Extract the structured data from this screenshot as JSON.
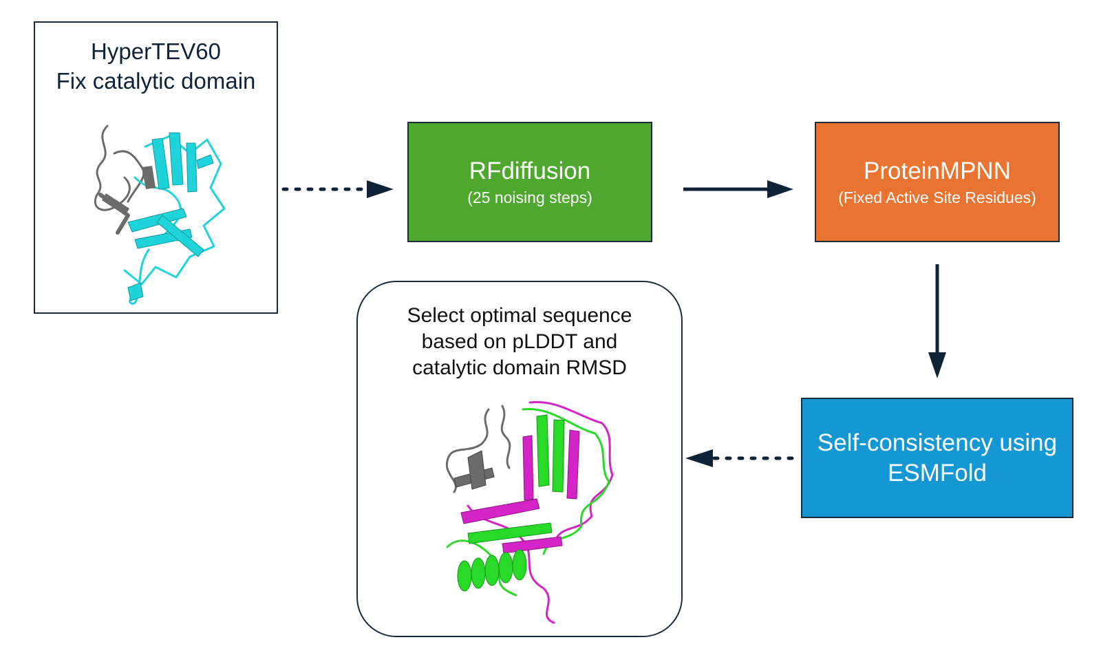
{
  "input_box": {
    "line1": "HyperTEV60",
    "line2": "Fix catalytic domain"
  },
  "rfdiffusion": {
    "label": "RFdiffusion",
    "sublabel": "(25 noising steps)",
    "color": "#4fa82e"
  },
  "proteinmpnn": {
    "label": "ProteinMPNN",
    "sublabel": "(Fixed Active Site Residues)",
    "color": "#e97432"
  },
  "esmfold": {
    "line1": "Self-consistency using",
    "line2": "ESMFold",
    "color": "#1597d3"
  },
  "selection": {
    "line1": "Select optimal sequence",
    "line2": "based on pLDDT and",
    "line3": "catalytic domain RMSD"
  },
  "structure_colors": {
    "input_domain": "#1fd3da",
    "fixed_region": "#6b6b6b",
    "design": "#28d928",
    "reference": "#d424c8"
  }
}
